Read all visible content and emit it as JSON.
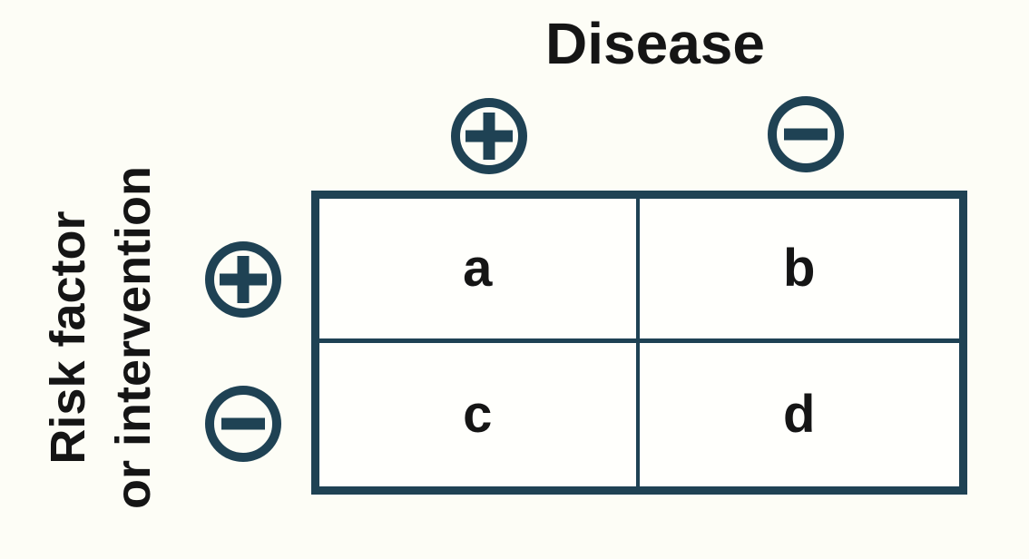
{
  "colors": {
    "accent_teal": "#1F4254",
    "text_black": "#151515",
    "background": "#FDFDF6"
  },
  "diagram": {
    "type": "2x2-contingency-table",
    "column_axis": {
      "title": "Disease",
      "levels": [
        {
          "sign": "positive",
          "icon": "plus-circle-icon"
        },
        {
          "sign": "negative",
          "icon": "minus-circle-icon"
        }
      ]
    },
    "row_axis": {
      "title_line1": "Risk factor",
      "title_line2": "or intervention",
      "levels": [
        {
          "sign": "positive",
          "icon": "plus-circle-icon"
        },
        {
          "sign": "negative",
          "icon": "minus-circle-icon"
        }
      ]
    },
    "cells": {
      "a": "a",
      "b": "b",
      "c": "c",
      "d": "d"
    }
  }
}
